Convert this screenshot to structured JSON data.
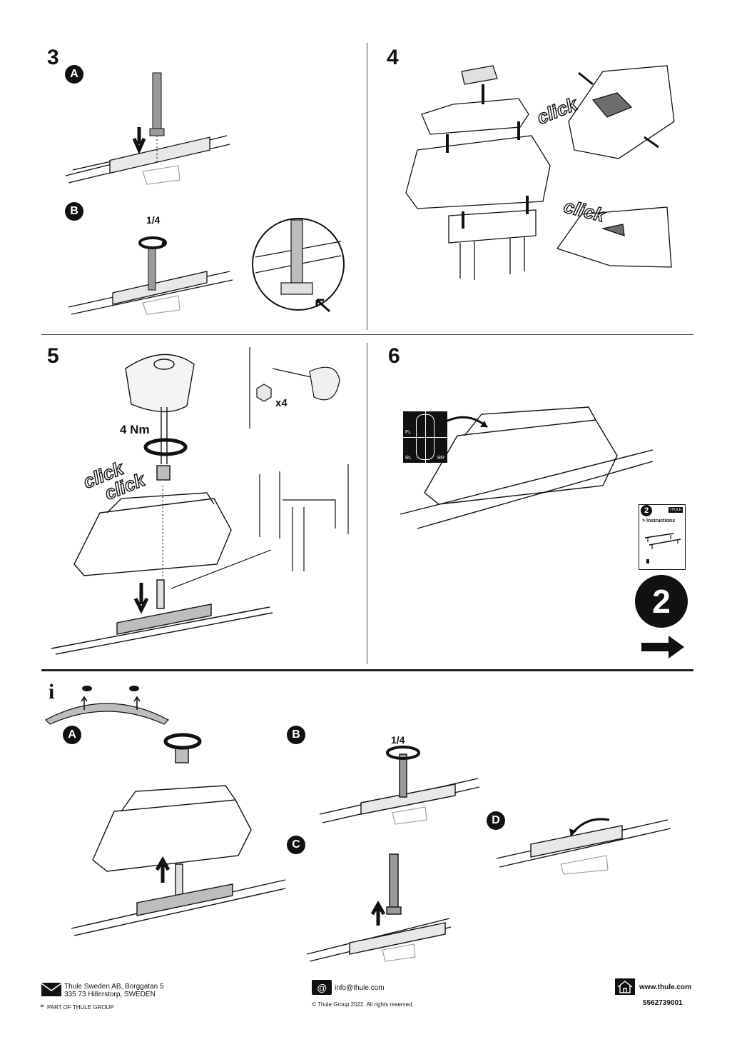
{
  "steps": {
    "s3": {
      "number": "3",
      "sub_a": "A",
      "sub_b": "B",
      "quarter_turn": "1/4"
    },
    "s4": {
      "number": "4",
      "click_1": "click",
      "click_2": "click"
    },
    "s5": {
      "number": "5",
      "torque": "4 Nm",
      "click_1": "click",
      "click_2": "click",
      "qty": "x4"
    },
    "s6": {
      "number": "6",
      "pos_fl": "FL",
      "pos_rl": "RL",
      "pos_rr": "RR",
      "booklet_num": "2",
      "booklet_brand": "THULE",
      "booklet_title": "> Instructions",
      "next_num": "2"
    }
  },
  "info": {
    "icon": "i",
    "sub_a": "A",
    "sub_b": "B",
    "sub_c": "C",
    "sub_d": "D",
    "quarter_turn": "1/4"
  },
  "footer": {
    "address_line1": "Thule Sweden AB, Borggatan 5",
    "address_line2": "335 73 Hillerstorp, SWEDEN",
    "group": "PART OF THULE GROUP",
    "email": "info@thule.com",
    "copyright": "© Thule Group 2022. All rights reserved.",
    "website": "www.thule.com",
    "doc_number": "5562739001"
  },
  "colors": {
    "ink": "#111111",
    "rule": "#444444",
    "grey": "#9a9a9a",
    "light": "#dcdcdc"
  },
  "icons": [
    "envelope-icon",
    "at-icon",
    "house-icon",
    "arrow-right-icon",
    "info-icon"
  ]
}
